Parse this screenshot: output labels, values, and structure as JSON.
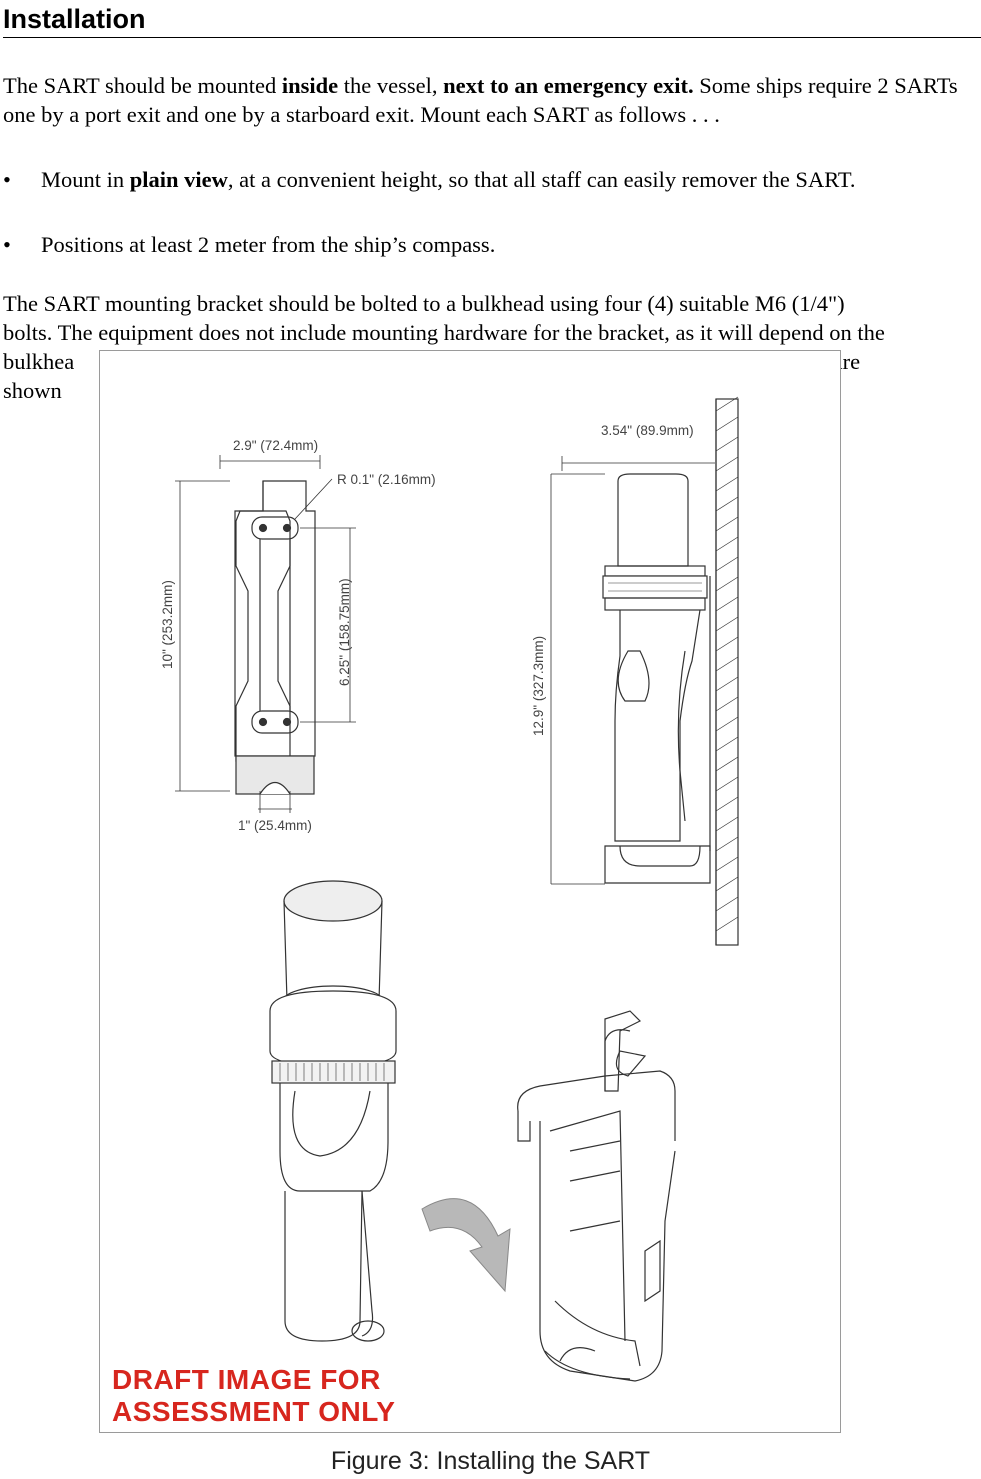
{
  "heading": "Installation",
  "para1": {
    "t1": "The SART should be mounted ",
    "b1": "inside",
    "t2": " the vessel, ",
    "b2": "next to an emergency exit.",
    "t3": "  Some ships require 2 SARTs one by a port exit and one by a starboard exit.  Mount each SART as follows . . ."
  },
  "bullets": [
    {
      "symbol": "•",
      "pre": "Mount in ",
      "bold": "plain view",
      "post": ", at a convenient height, so that all staff can easily remover the SART."
    },
    {
      "symbol": "•",
      "text": "Positions at least 2 meter from the ship’s compass."
    }
  ],
  "para2": {
    "line1": "The SART mounting bracket should be bolted to a bulkhead using four (4) suitable M6 (1/4\")",
    "line2": "bolts.  The equipment does not include mounting hardware for the bracket, as it will depend on the",
    "line3_start": "bulkhea",
    "line3_end": "s are",
    "line4_start": "shown "
  },
  "figure": {
    "dims": {
      "width_top": "2.9\" (72.4mm)",
      "radius": "R 0.1\" (2.16mm)",
      "height_left": "10\" (253.2mm)",
      "hole_spacing": "6.25\" (158.75mm)",
      "bottom_width": "1\" (25.4mm)",
      "depth": "3.54\" (89.9mm)",
      "height_total": "12.9\" (327.3mm)"
    },
    "draft_line1": "DRAFT IMAGE FOR",
    "draft_line2": "ASSESSMENT ONLY",
    "caption": "Figure 3: Installing the SART",
    "colors": {
      "draft": "#d7261e",
      "arrow": "#b8b8b8",
      "border": "#9a9a9a"
    }
  }
}
